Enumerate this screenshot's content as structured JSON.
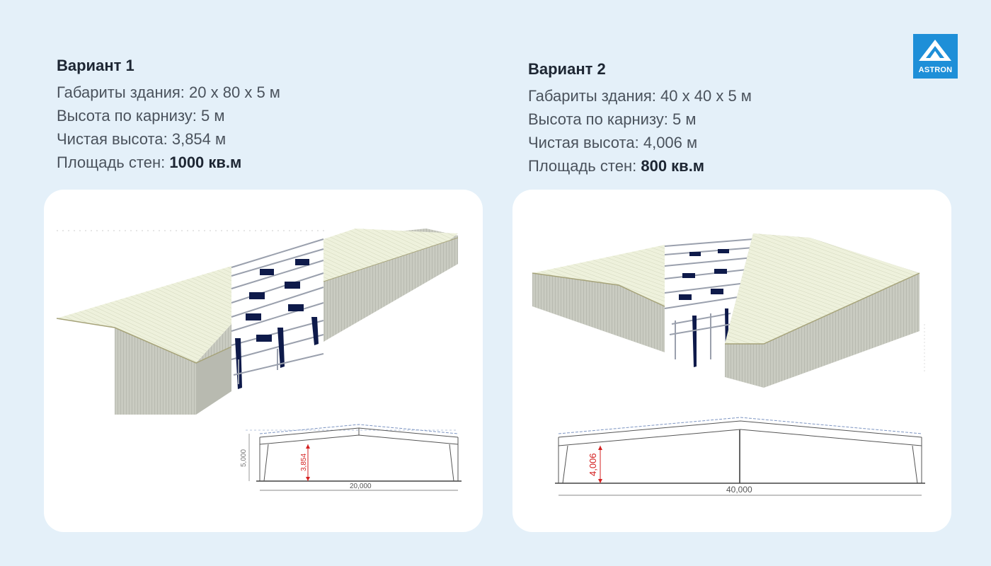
{
  "variant1": {
    "title": "Вариант 1",
    "dimensions_label": "Габариты здания:",
    "dimensions_value": "20 x 80 x 5 м",
    "eave_label": "Высота по карнизу:",
    "eave_value": "5 м",
    "clear_label": "Чистая высота:",
    "clear_value": "3,854 м",
    "wall_label": "Площадь стен:",
    "wall_value": "1000 кв.м",
    "drawing": {
      "height_label": "5,000",
      "clear_label": "3,854",
      "width_label": "20,000"
    }
  },
  "variant2": {
    "title": "Вариант 2",
    "dimensions_label": "Габариты здания:",
    "dimensions_value": "40 x 40 x 5 м",
    "eave_label": "Высота по карнизу:",
    "eave_value": "5 м",
    "clear_label": "Чистая высота:",
    "clear_value": "4,006 м",
    "wall_label": "Площадь стен:",
    "wall_value": "800 кв.м",
    "drawing": {
      "clear_label": "4,006",
      "width_label": "40,000"
    }
  },
  "logo": {
    "text": "ASTRON",
    "color": "#1e8fd8"
  },
  "colors": {
    "background": "#e4f0f9",
    "roof": "#eef1dc",
    "wall": "#c6c8be",
    "steel": "#0e1a4a",
    "dimension_red": "#d42020"
  }
}
